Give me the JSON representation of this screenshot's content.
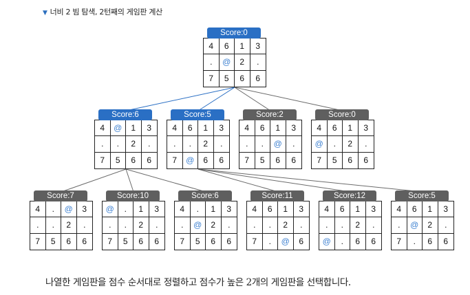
{
  "heading": {
    "marker": "▼",
    "text": "너비 2 빔 탐색, 2턴째의 게임판 계산"
  },
  "caption": "나열한 게임판을 점수 순서대로 정렬하고 점수가 높은 2개의 게임판을 선택합니다.",
  "colors": {
    "selected": "#2a6fc4",
    "unselected": "#5f5f5f",
    "player": "#3b7fd0"
  },
  "nodes": [
    {
      "score": "Score:0",
      "selected": true,
      "cells": [
        "4",
        "6",
        "1",
        "3",
        ".",
        "@",
        "2",
        ".",
        "7",
        "5",
        "6",
        "6"
      ]
    },
    {
      "score": "Score:6",
      "selected": true,
      "cells": [
        "4",
        "@",
        "1",
        "3",
        ".",
        ".",
        "2",
        ".",
        "7",
        "5",
        "6",
        "6"
      ]
    },
    {
      "score": "Score:5",
      "selected": true,
      "cells": [
        "4",
        "6",
        "1",
        "3",
        ".",
        ".",
        "2",
        ".",
        "7",
        "@",
        "6",
        "6"
      ]
    },
    {
      "score": "Score:2",
      "selected": false,
      "cells": [
        "4",
        "6",
        "1",
        "3",
        ".",
        ".",
        "@",
        ".",
        "7",
        "5",
        "6",
        "6"
      ]
    },
    {
      "score": "Score:0",
      "selected": false,
      "cells": [
        "4",
        "6",
        "1",
        "3",
        "@",
        ".",
        "2",
        ".",
        "7",
        "5",
        "6",
        "6"
      ]
    },
    {
      "score": "Score:7",
      "selected": false,
      "cells": [
        "4",
        ".",
        "@",
        "3",
        ".",
        ".",
        "2",
        ".",
        "7",
        "5",
        "6",
        "6"
      ]
    },
    {
      "score": "Score:10",
      "selected": false,
      "cells": [
        "@",
        ".",
        "1",
        "3",
        ".",
        ".",
        "2",
        ".",
        "7",
        "5",
        "6",
        "6"
      ]
    },
    {
      "score": "Score:6",
      "selected": false,
      "cells": [
        "4",
        ".",
        "1",
        "3",
        ".",
        "@",
        "2",
        ".",
        "7",
        "5",
        "6",
        "6"
      ]
    },
    {
      "score": "Score:11",
      "selected": false,
      "cells": [
        "4",
        "6",
        "1",
        "3",
        ".",
        ".",
        "2",
        ".",
        "7",
        ".",
        "@",
        "6"
      ]
    },
    {
      "score": "Score:12",
      "selected": false,
      "cells": [
        "4",
        "6",
        "1",
        "3",
        ".",
        ".",
        "2",
        ".",
        "@",
        ".",
        "6",
        "6"
      ]
    },
    {
      "score": "Score:5",
      "selected": false,
      "cells": [
        "4",
        "6",
        "1",
        "3",
        ".",
        "@",
        "2",
        ".",
        "7",
        ".",
        "6",
        "6"
      ]
    }
  ],
  "edges": [
    [
      0,
      1
    ],
    [
      0,
      2
    ],
    [
      0,
      3
    ],
    [
      0,
      4
    ],
    [
      1,
      5
    ],
    [
      1,
      6
    ],
    [
      1,
      7
    ],
    [
      2,
      8
    ],
    [
      2,
      9
    ],
    [
      2,
      10
    ]
  ]
}
